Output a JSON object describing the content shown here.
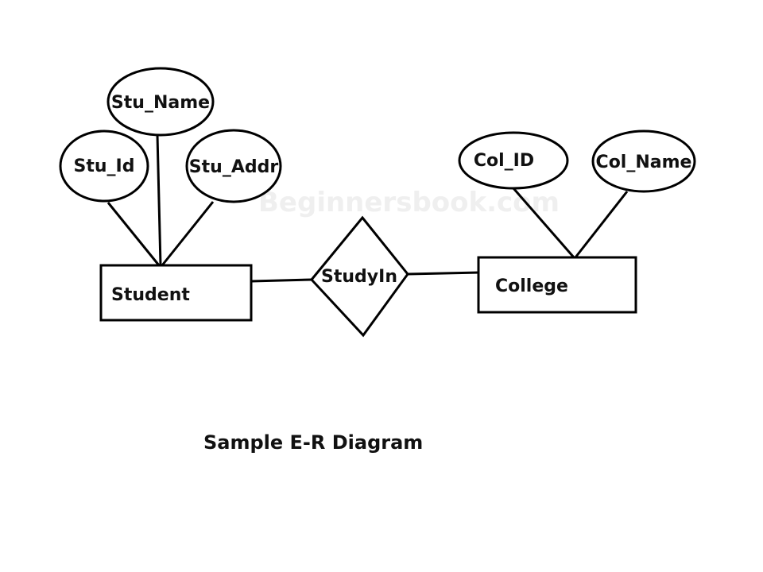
{
  "watermark": "Beginnersbook.com",
  "caption": "Sample E-R Diagram",
  "entities": {
    "student": "Student",
    "college": "College"
  },
  "relationship": "StudyIn",
  "attributes": {
    "stu_name": "Stu_Name",
    "stu_id": "Stu_Id",
    "stu_addr": "Stu_Addr",
    "col_id": "Col_ID",
    "col_name": "Col_Name"
  }
}
